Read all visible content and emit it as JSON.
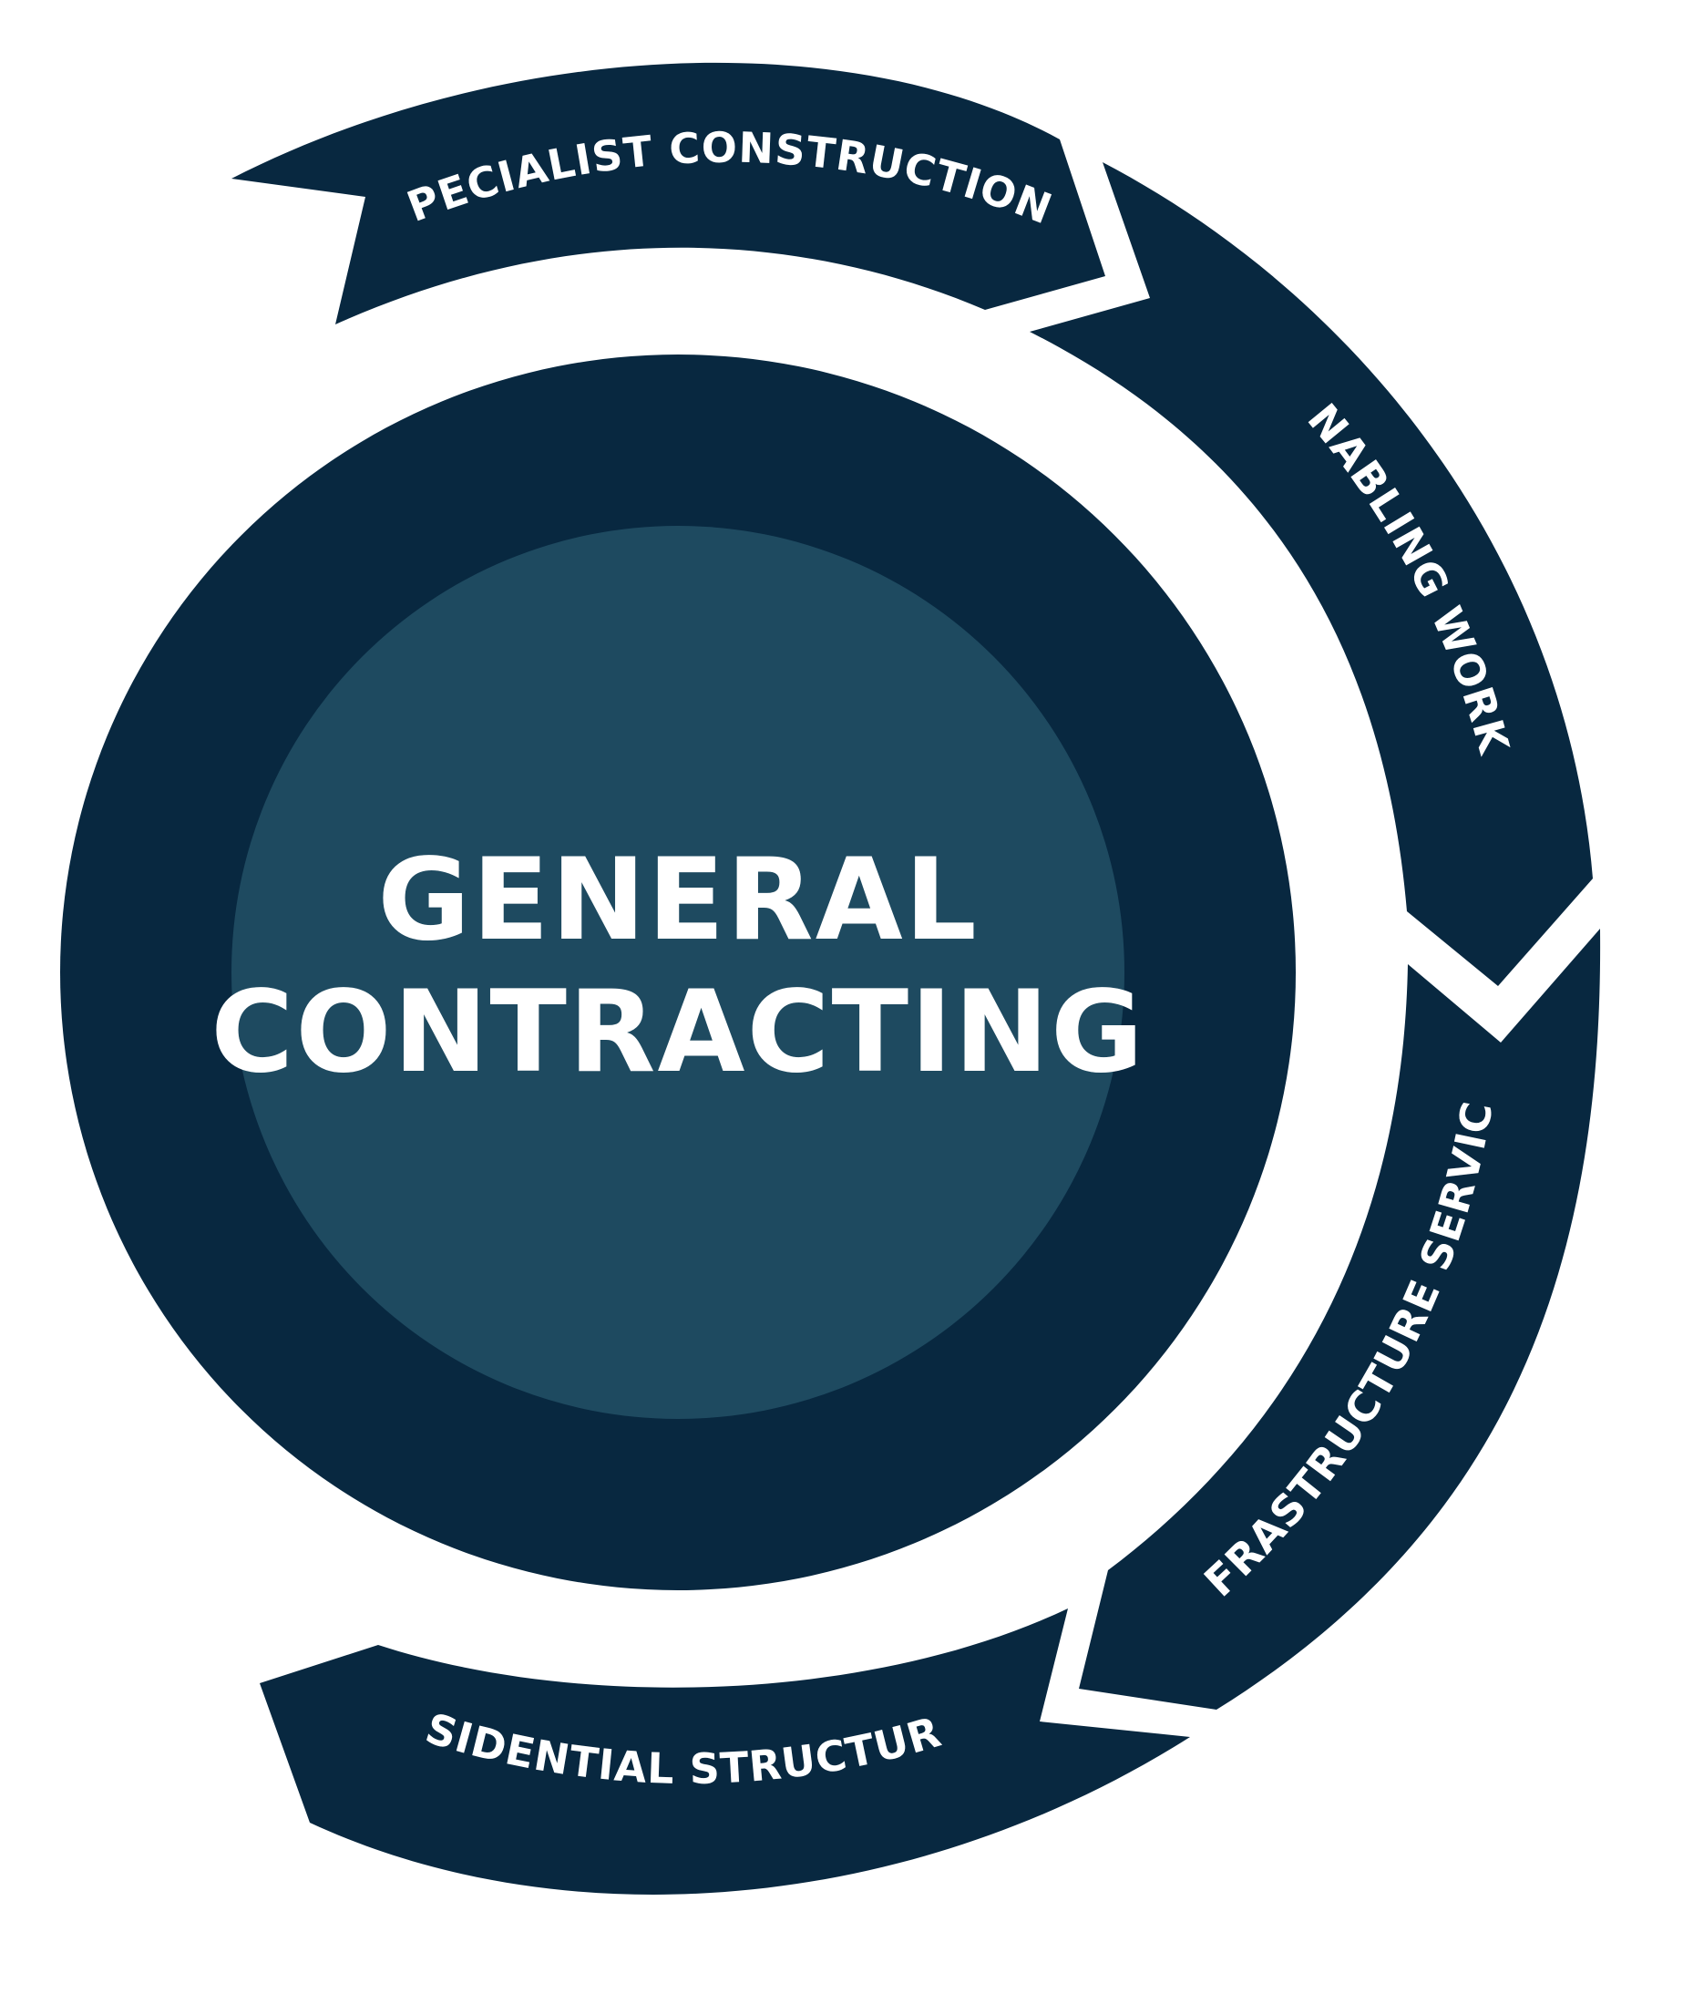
{
  "center": {
    "title_line1": "GENERAL",
    "title_line2": "CONTRACTING"
  },
  "segments": [
    {
      "label": "SPECIALIST CONSTRUCTION"
    },
    {
      "label": "ENABLING WORKS"
    },
    {
      "label": "INFRASTRUCTURE SERVICES"
    },
    {
      "label": "RESIDENTIAL STRUCTURES"
    }
  ],
  "colors": {
    "dark_navy": "#082840",
    "teal_core": "#1e4a60",
    "text": "#ffffff",
    "background": "#ffffff"
  }
}
